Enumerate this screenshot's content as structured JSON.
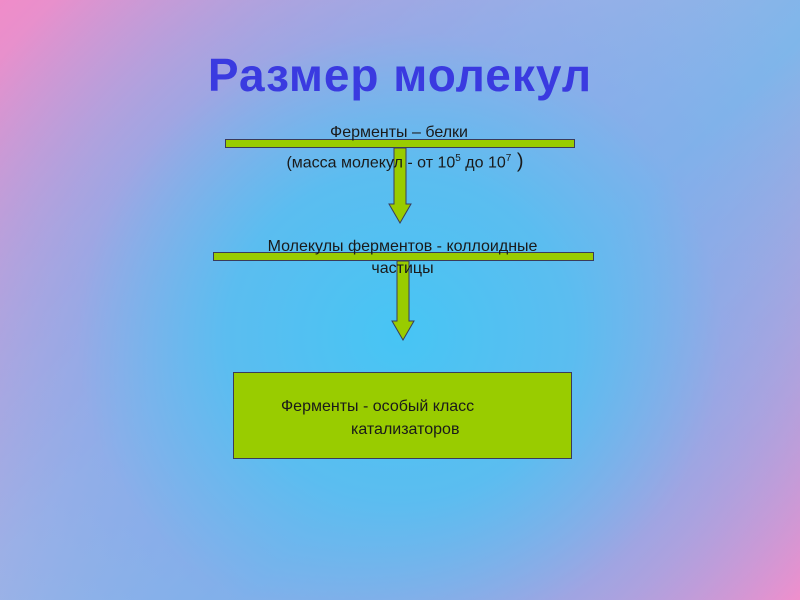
{
  "title": "Размер молекул",
  "node1": {
    "line1": "Ферменты – белки",
    "line2_prefix": "(масса молекул - от 10",
    "exp1": "5",
    "mid": " до 10",
    "exp2": "7",
    "close": " )"
  },
  "node2": {
    "line1": "Молекулы ферментов - коллоидные",
    "line2": "частицы"
  },
  "node3": {
    "line1": "Ферменты - особый класс",
    "line2": "катализаторов"
  },
  "colors": {
    "shape_fill": "#99cc00",
    "title": "#3a3ae0",
    "outline": "#3b3b5a"
  }
}
